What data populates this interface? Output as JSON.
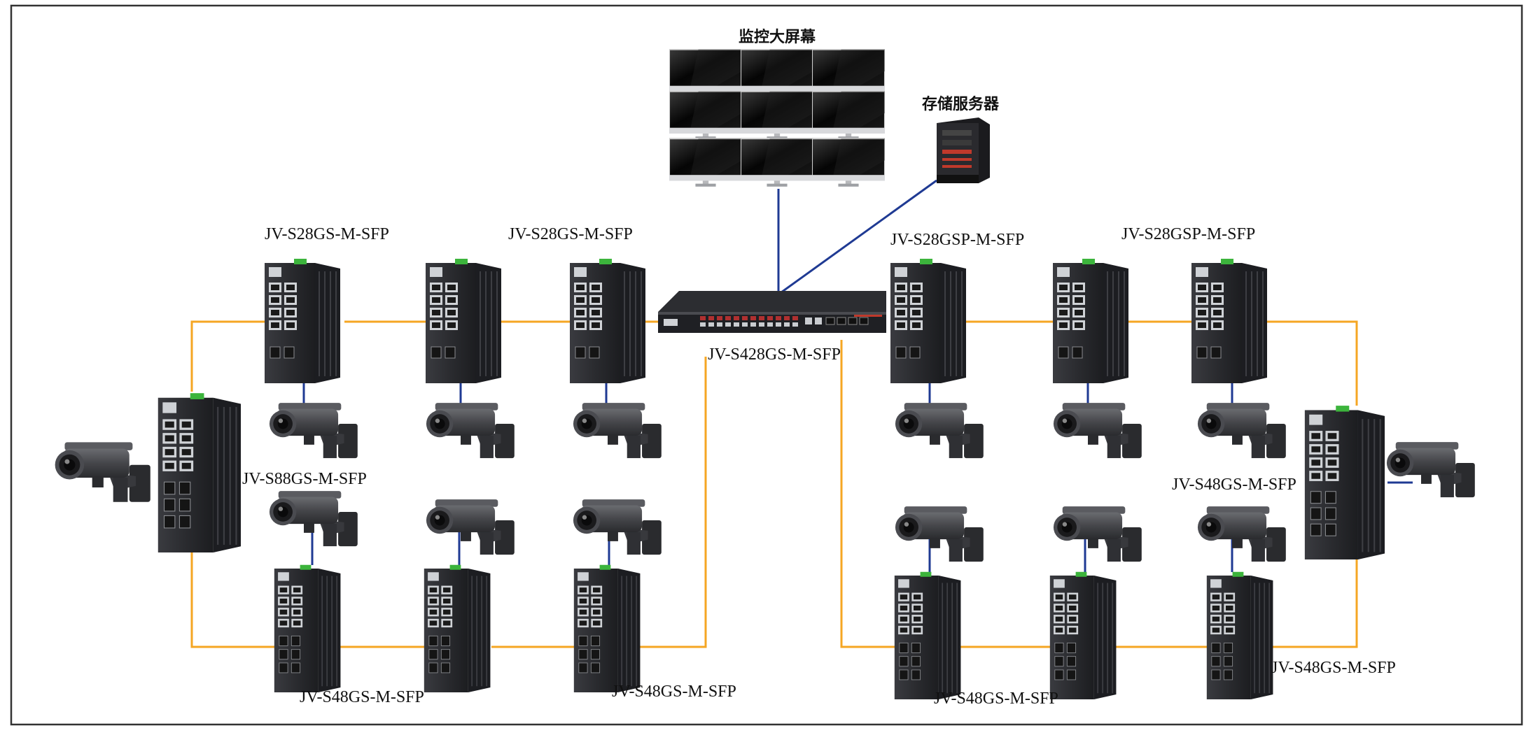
{
  "colors": {
    "fiber_link": "#F5A623",
    "ethernet_link": "#1F3A93",
    "frame": "#333333",
    "device_body": "#2B2C30"
  },
  "labels": {
    "video_wall": "监控大屏幕",
    "storage_server": "存储服务器",
    "core_switch": "JV-S428GS-M-SFP",
    "upper_left_group_a": "JV-S28GS-M-SFP",
    "upper_left_group_b": "JV-S28GS-M-SFP",
    "upper_right_group_a": "JV-S28GSP-M-SFP",
    "upper_right_group_b": "JV-S28GSP-M-SFP",
    "left_ring_switch": "JV-S88GS-M-SFP",
    "right_ring_switch": "JV-S48GS-M-SFP",
    "bottom_left_a": "JV-S48GS-M-SFP",
    "bottom_left_b": "JV-S48GS-M-SFP",
    "bottom_right_a": "JV-S48GS-M-SFP",
    "bottom_right_b": "JV-S48GS-M-SFP"
  },
  "icons": {
    "camera": "ip-camera-icon",
    "monitor": "monitor-icon",
    "server": "server-tower-icon",
    "din_switch": "industrial-switch-icon",
    "rack_switch": "rack-switch-icon"
  }
}
